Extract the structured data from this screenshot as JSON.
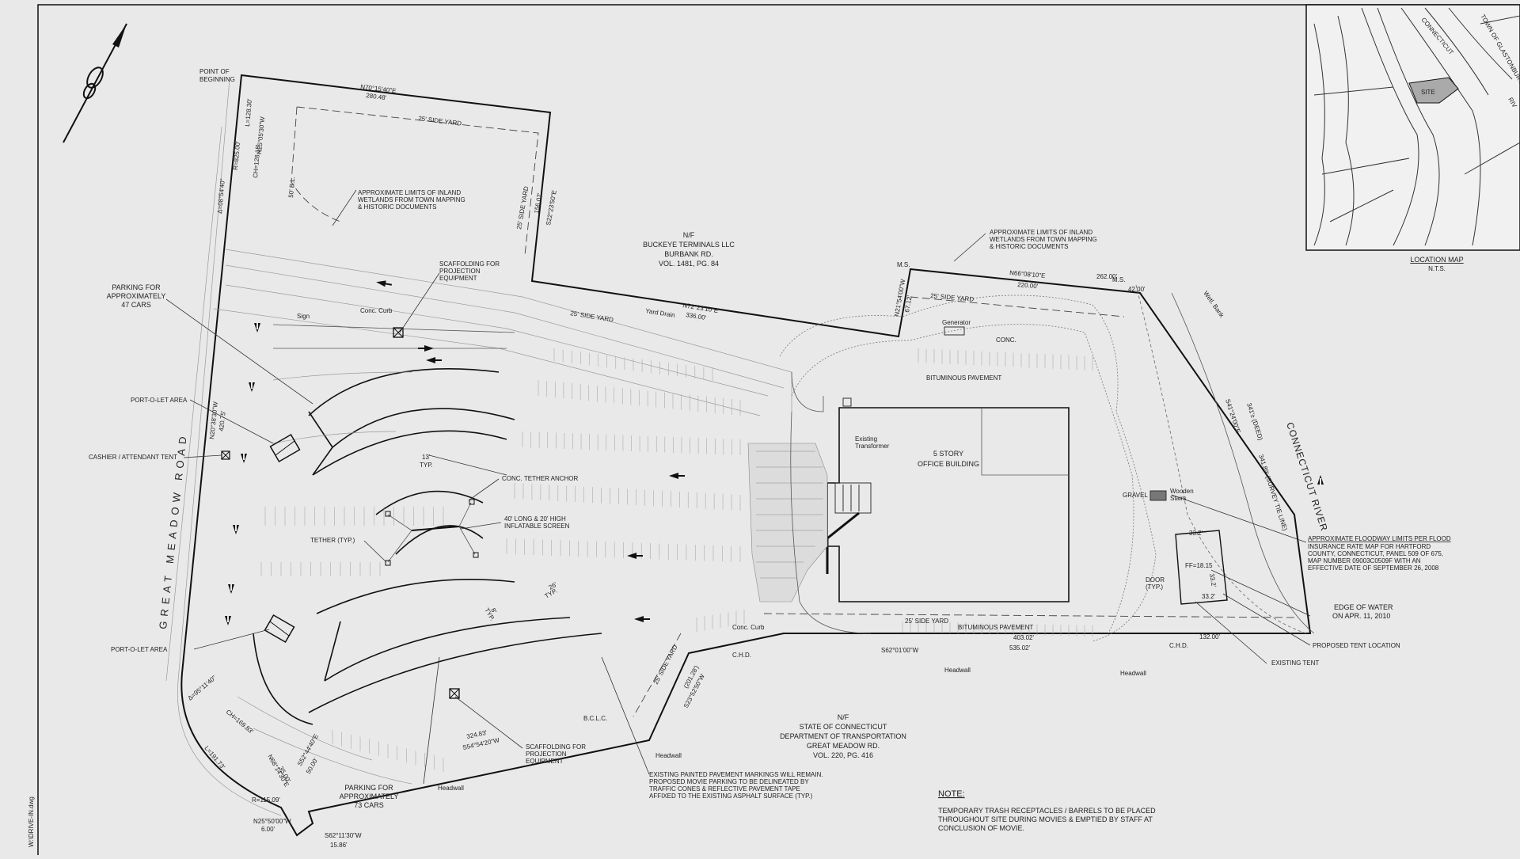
{
  "labels": {
    "point_of_beginning": [
      "POINT OF",
      "BEGINNING"
    ],
    "bearing_top": "N70°15'40\"E",
    "dist_top": "280.48'",
    "side_yard_top": "25' SIDE YARD",
    "arc_top_delta": "Δ=08°54'40\"",
    "arc_top_r": "R=825.00'",
    "arc_top_ch": "CH=128.18'",
    "arc_top_l": "L=128.30'",
    "arc_top_bearing": "N25°05'30\"W",
    "bl_50": "50' B.L.",
    "wetlands_left": [
      "APPROXIMATE LIMITS OF INLAND",
      "WETLANDS FROM TOWN MAPPING",
      "& HISTORIC DOCUMENTS"
    ],
    "side_yard_vert": "25' SIDE YARD",
    "dist_vert": "156.07'",
    "bearing_vert": "S22°23'50\"E",
    "buckeye": [
      "N/F",
      "BUCKEYE TERMINALS LLC",
      "BURBANK RD.",
      "VOL. 1481, PG. 84"
    ],
    "wetlands_right": [
      "APPROXIMATE LIMITS OF INLAND",
      "WETLANDS FROM TOWN MAPPING",
      "& HISTORIC DOCUMENTS"
    ],
    "scaffold_top": [
      "SCAFFOLDING FOR",
      "PROJECTION",
      "EQUIPMENT"
    ],
    "parking_47": [
      "PARKING FOR",
      "APPROXIMATELY",
      "47 CARS"
    ],
    "sign": "Sign",
    "conc_curb_top": "Conc. Curb",
    "side_yard_mid": "25' SIDE YARD",
    "bearing_n72": "N72°23'10\"E",
    "dist_336": "336.00'",
    "yard_drain": "Yard Drain",
    "ms_left": "M.S.",
    "bearing_n21": "N21°54'00\"W",
    "dist_67": "67.12'",
    "side_yard_right_top": "25' SIDE YARD",
    "bearing_n66": "N66°08'10\"E",
    "dist_220": "220.00'",
    "dist_262": "262.00'",
    "ms_right": "M.S.",
    "dist_42": "42.00'",
    "generator": "Generator",
    "conc": "CONC.",
    "bituminous_top": "BITUMINOUS PAVEMENT",
    "wetl_bank": "Wetl. Bank",
    "port_o_let_1": "PORT-O-LET AREA",
    "cashier": "CASHIER / ATTENDANT TENT",
    "dist_420": "420.75'",
    "bearing_n20": "N20°38'30\"W",
    "typ_13": [
      "13'",
      "TYP."
    ],
    "conc_tether": "CONC. TETHER ANCHOR",
    "screen": [
      "40' LONG & 20' HIGH",
      "INFLATABLE SCREEN"
    ],
    "tether": "TETHER (TYP.)",
    "existing_transformer": [
      "Existing",
      "Transformer"
    ],
    "office": [
      "5 STORY",
      "OFFICE BUILDING"
    ],
    "gravel": "GRAVEL",
    "wooden_stairs": [
      "Wooden",
      "Stairs"
    ],
    "river": "CONNECTICUT RIVER",
    "dist_341_deed": "341'± (DEED)",
    "dist_341_survey": "341.89' (SURVEY TIE LINE)",
    "bearing_s41": "S41°24'00\"E",
    "floodway": [
      "APPROXIMATE FLOODWAY LIMITS PER FLOOD",
      "INSURANCE RATE MAP FOR HARTFORD",
      "COUNTY, CONNECTICUT, PANEL 509 OF 675,",
      "MAP NUMBER 09003C0509F WITH AN",
      "EFFECTIVE DATE OF SEPTEMBER 26, 2008"
    ],
    "ff": "FF=18.15",
    "door": [
      "DOOR",
      "(TYP.)"
    ],
    "dist_33_top": "33.2'",
    "dist_33_side": "33.2'",
    "dist_33_bot": "33.2'",
    "edge_of_water": [
      "EDGE OF WATER",
      "ON APR. 11, 2010"
    ],
    "proposed_tent": "PROPOSED TENT LOCATION",
    "existing_tent": "EXISTING TENT",
    "road": "GREAT MEADOW ROAD",
    "port_o_let_2": "PORT-O-LET AREA",
    "typ_26": [
      "26'",
      "TYP."
    ],
    "typ_8": [
      "8'",
      "TYP."
    ],
    "conc_curb_bot": "Conc. Curb",
    "side_yard_bot": "25' SIDE YARD",
    "bituminous_bot": "BITUMINOUS PAVEMENT",
    "bearing_s62": "S62°01'00\"W",
    "dist_403": "403.02'",
    "dist_535": "535.02'",
    "dist_132": "132.00'",
    "chd_left": "C.H.D.",
    "chd_right": "C.H.D.",
    "headwall_1": "Headwall",
    "headwall_2": "Headwall",
    "headwall_3": "Headwall",
    "headwall_4": "Headwall",
    "side_yard_diag": "25' SIDE YARD",
    "dist_201": "(201.28')",
    "bearing_s23": "S23°52'50\"W",
    "bclc": "B.C.L.C.",
    "dist_324": "324.83'",
    "bearing_s54": "S54°54'20\"W",
    "scaffold_bot": [
      "SCAFFOLDING FOR",
      "PROJECTION",
      "EQUIPMENT"
    ],
    "parking_73": [
      "PARKING FOR",
      "APPROXIMATELY",
      "73 CARS"
    ],
    "state": [
      "N/F",
      "STATE OF CONNECTICUT",
      "DEPARTMENT OF TRANSPORTATION",
      "GREAT MEADOW RD.",
      "VOL. 220, PG. 416"
    ],
    "painted_markings": [
      "EXISTING PAINTED PAVEMENT MARKINGS WILL REMAIN.",
      "PROPOSED MOVIE PARKING TO BE DELINEATED BY",
      "TRAFFIC CONES & REFLECTIVE PAVEMENT TAPE",
      "AFFIXED TO THE EXISTING ASPHALT SURFACE (TYP.)"
    ],
    "arc_bot_delta": "Δ=95°11'40\"",
    "arc_bot_ch": "CH=169.83'",
    "arc_bot_l": "L=191.73'",
    "arc_bot_r": "R=115.09'",
    "bearing_n68": "N68°14'30\"E",
    "dist_35": "35.00'",
    "bearing_s52": "S52°44'40\"E",
    "dist_50": "50.00'",
    "bearing_n25": "N25°50'00\"W",
    "dist_6": "6.00'",
    "bearing_s62b": "S62°11'30\"W",
    "dist_15": "15.86'",
    "file_name": "W:\\DRIVE-IN.dwg"
  },
  "note": {
    "title": "NOTE:",
    "lines": [
      "TEMPORARY TRASH RECEPTACLES / BARRELS TO BE PLACED",
      "THROUGHOUT SITE DURING MOVIES & EMPTIED BY STAFF AT",
      "CONCLUSION OF MOVIE."
    ]
  },
  "location_map": {
    "title": "LOCATION MAP",
    "scale": "N.T.S.",
    "site": "SITE",
    "connecticut": "CONNECTICUT",
    "glastonbury": "TOWN OF GLASTONBURY",
    "riv": "RIV"
  }
}
